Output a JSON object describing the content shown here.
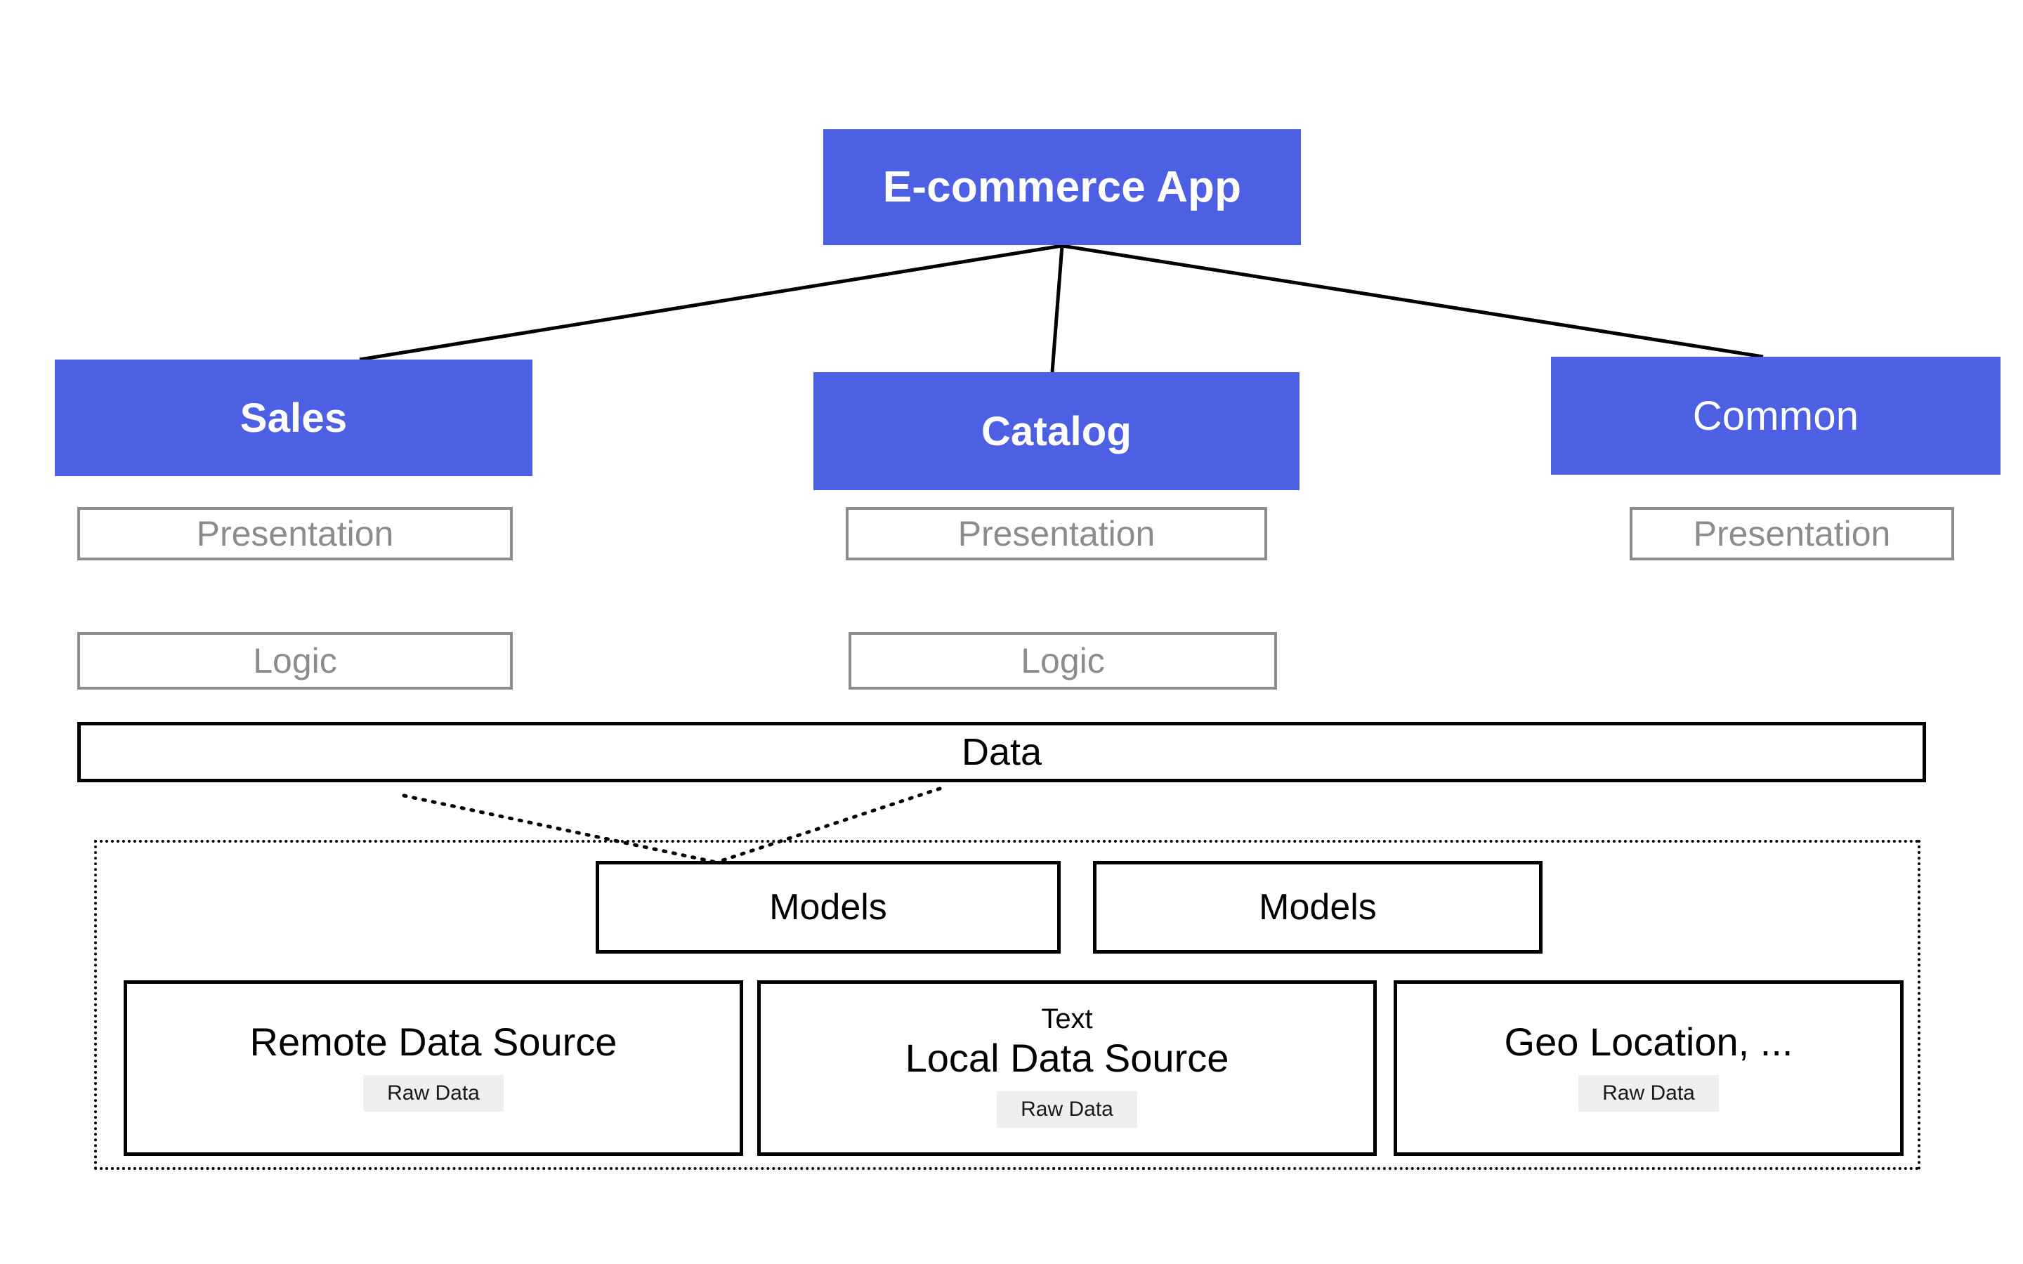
{
  "diagram": {
    "title_node": {
      "label": "E-commerce App"
    },
    "modules": [
      {
        "label": "Sales"
      },
      {
        "label": "Catalog"
      },
      {
        "label": "Common"
      }
    ],
    "layers": {
      "presentation_label": "Presentation",
      "logic_label": "Logic",
      "data_label": "Data",
      "presentation": [
        {
          "label": "Presentation"
        },
        {
          "label": "Presentation"
        },
        {
          "label": "Presentation"
        }
      ],
      "logic": [
        {
          "label": "Logic"
        },
        {
          "label": "Logic"
        }
      ],
      "data": {
        "label": "Data"
      }
    },
    "models": [
      {
        "label": "Models"
      },
      {
        "label": "Models"
      }
    ],
    "sources": [
      {
        "subtitle": "",
        "title": "Remote Data Source",
        "chip": "Raw Data"
      },
      {
        "subtitle": "Text",
        "title": "Local Data Source",
        "chip": "Raw Data"
      },
      {
        "subtitle": "",
        "title": "Geo Location, ...",
        "chip": "Raw Data"
      }
    ],
    "colors": {
      "module_blue": "#4d5fe3",
      "layer_gray": "#8c8c8c",
      "hard_black": "#000000",
      "chip_gray": "#efefef",
      "background": "#ffffff"
    }
  }
}
